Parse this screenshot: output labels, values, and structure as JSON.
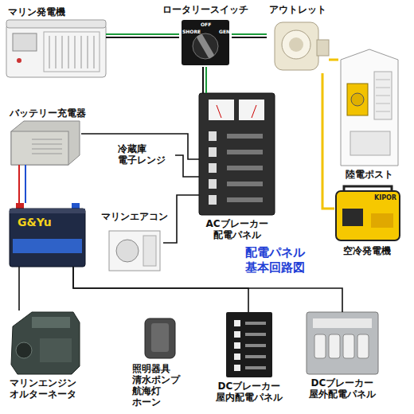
{
  "diagram": {
    "title": "配電パネル 基本回路図",
    "nodes": [
      {
        "text": [
          "マリン発電機"
        ]
      },
      {
        "text": [
          "ロータリースイッチ"
        ]
      },
      {
        "text": [
          "アウトレット"
        ]
      },
      {
        "text": [
          "陸電ポスト"
        ]
      },
      {
        "text": [
          "空冷発電機"
        ]
      },
      {
        "text": [
          "ACブレーカー 配電パネル"
        ]
      },
      {
        "text": [
          "バッテリー充電器"
        ]
      },
      {
        "text": [
          "冷蔵庫 電子レンジ"
        ]
      },
      {
        "text": [
          "マリンエアコン"
        ]
      },
      {
        "text": [
          "G&Yu"
        ]
      },
      {
        "text": [
          "マリンエンジン オルターネータ"
        ]
      },
      {
        "text": [
          "照明器具 清水ポンプ 航海灯 ホーン"
        ]
      },
      {
        "text": [
          "DCブレーカー 屋内配電パネル"
        ]
      },
      {
        "text": [
          "DCブレーカー 屋外配電パネル"
        ]
      }
    ],
    "edges": [
      {
        "from": 0,
        "to": 1,
        "arrow": "none"
      },
      {
        "from": 1,
        "to": 2,
        "arrow": "none"
      },
      {
        "from": 2,
        "to": 3,
        "arrow": "none"
      },
      {
        "from": 2,
        "to": 4,
        "arrow": "none"
      },
      {
        "from": 1,
        "to": 5,
        "arrow": "none"
      },
      {
        "from": 6,
        "to": 5,
        "arrow": "none"
      },
      {
        "from": 5,
        "to": 7,
        "arrow": "none"
      },
      {
        "from": 5,
        "to": 8,
        "arrow": "none"
      },
      {
        "from": 6,
        "to": 9,
        "arrow": "none"
      },
      {
        "from": 9,
        "to": 10,
        "arrow": "none"
      },
      {
        "from": 9,
        "to": 12,
        "arrow": "none"
      },
      {
        "from": 9,
        "to": 13,
        "arrow": "none"
      }
    ],
    "labels": [
      "SHORE",
      "OFF",
      "GEN",
      "KIPOR"
    ]
  }
}
